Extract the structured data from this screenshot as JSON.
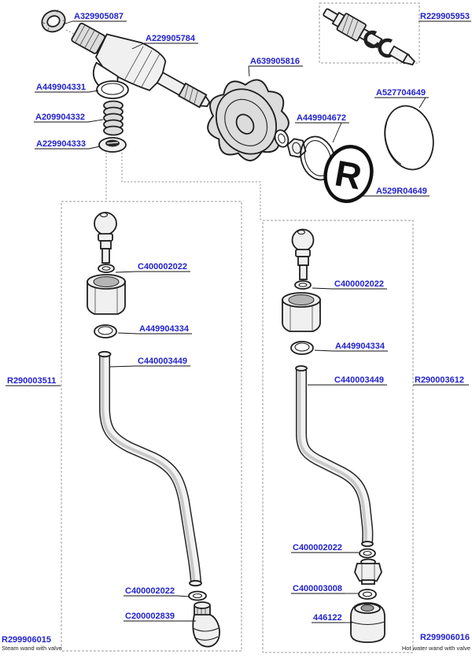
{
  "palette": {
    "label_blue": "#2222cc",
    "line_dark": "#1f1f1f",
    "dash_gray": "#999999"
  },
  "parts": {
    "collar_nut": "A329905087",
    "valve_body": "A229905784",
    "valve_oring": "A449904331",
    "spring": "A209904332",
    "valve_seat": "A229904333",
    "knob": "A639905816",
    "valve_stem": "R229905953",
    "knob_cap": "A527704649",
    "knob_oring": "A449904672",
    "badge": "A529R04649",
    "badge_letter": "R",
    "tip_oring": "C400002022",
    "wand_gasket": "A449904334",
    "wand_tube": "C440003449",
    "steam_wand_kit": "R290003511",
    "water_wand_kit": "R290003612",
    "steam_tip": "C200002839",
    "water_tip_oring": "C400003008",
    "water_tip": "446122"
  },
  "assemblies": {
    "steam": {
      "number": "R299906015",
      "caption": "Steam wand with valve"
    },
    "water": {
      "number": "R299906016",
      "caption": "Hot water wand with valve"
    }
  }
}
